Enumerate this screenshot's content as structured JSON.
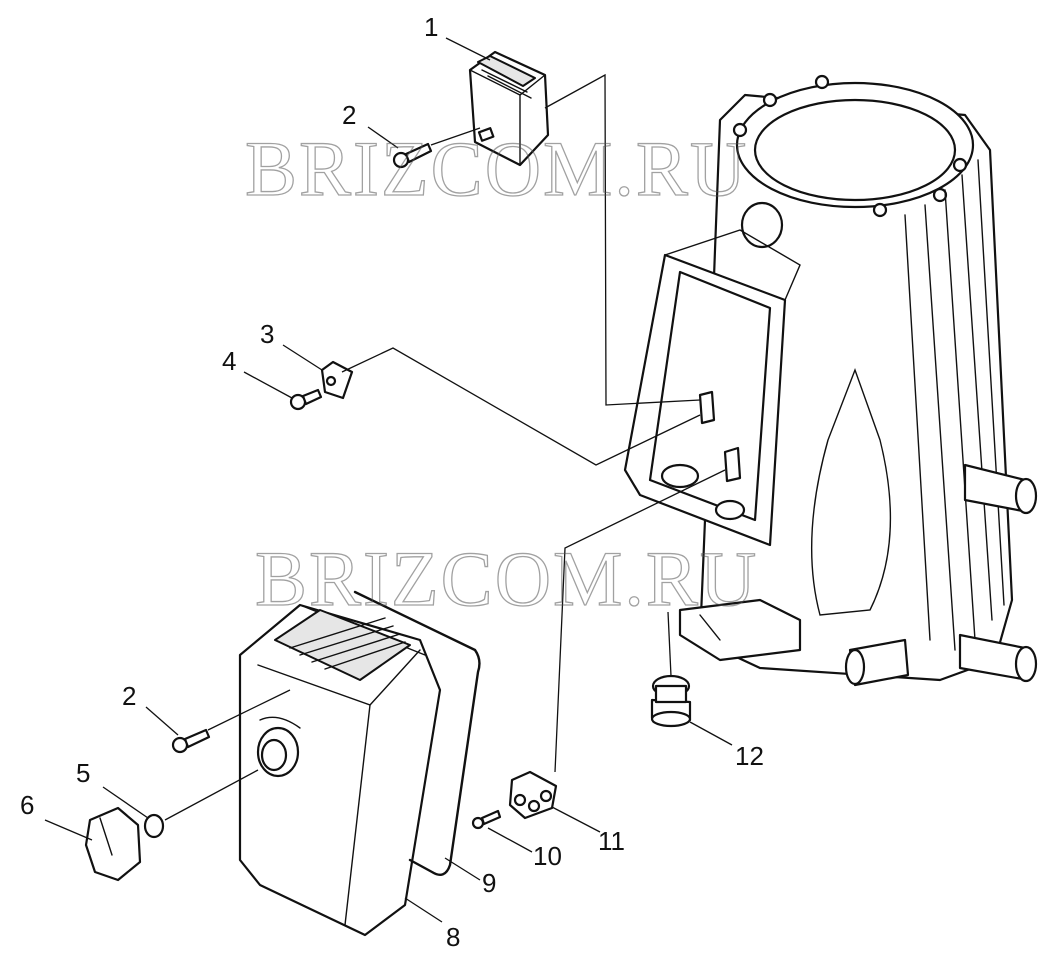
{
  "watermark": [
    "BRIZCOM.RU",
    "BRIZCOM.RU"
  ],
  "callouts": [
    {
      "id": "c1",
      "label": "1"
    },
    {
      "id": "c2a",
      "label": "2"
    },
    {
      "id": "c3",
      "label": "3"
    },
    {
      "id": "c4",
      "label": "4"
    },
    {
      "id": "c2b",
      "label": "2"
    },
    {
      "id": "c5",
      "label": "5"
    },
    {
      "id": "c6",
      "label": "6"
    },
    {
      "id": "c8",
      "label": "8"
    },
    {
      "id": "c9",
      "label": "9"
    },
    {
      "id": "c10",
      "label": "10"
    },
    {
      "id": "c11",
      "label": "11"
    },
    {
      "id": "c12",
      "label": "12"
    }
  ]
}
